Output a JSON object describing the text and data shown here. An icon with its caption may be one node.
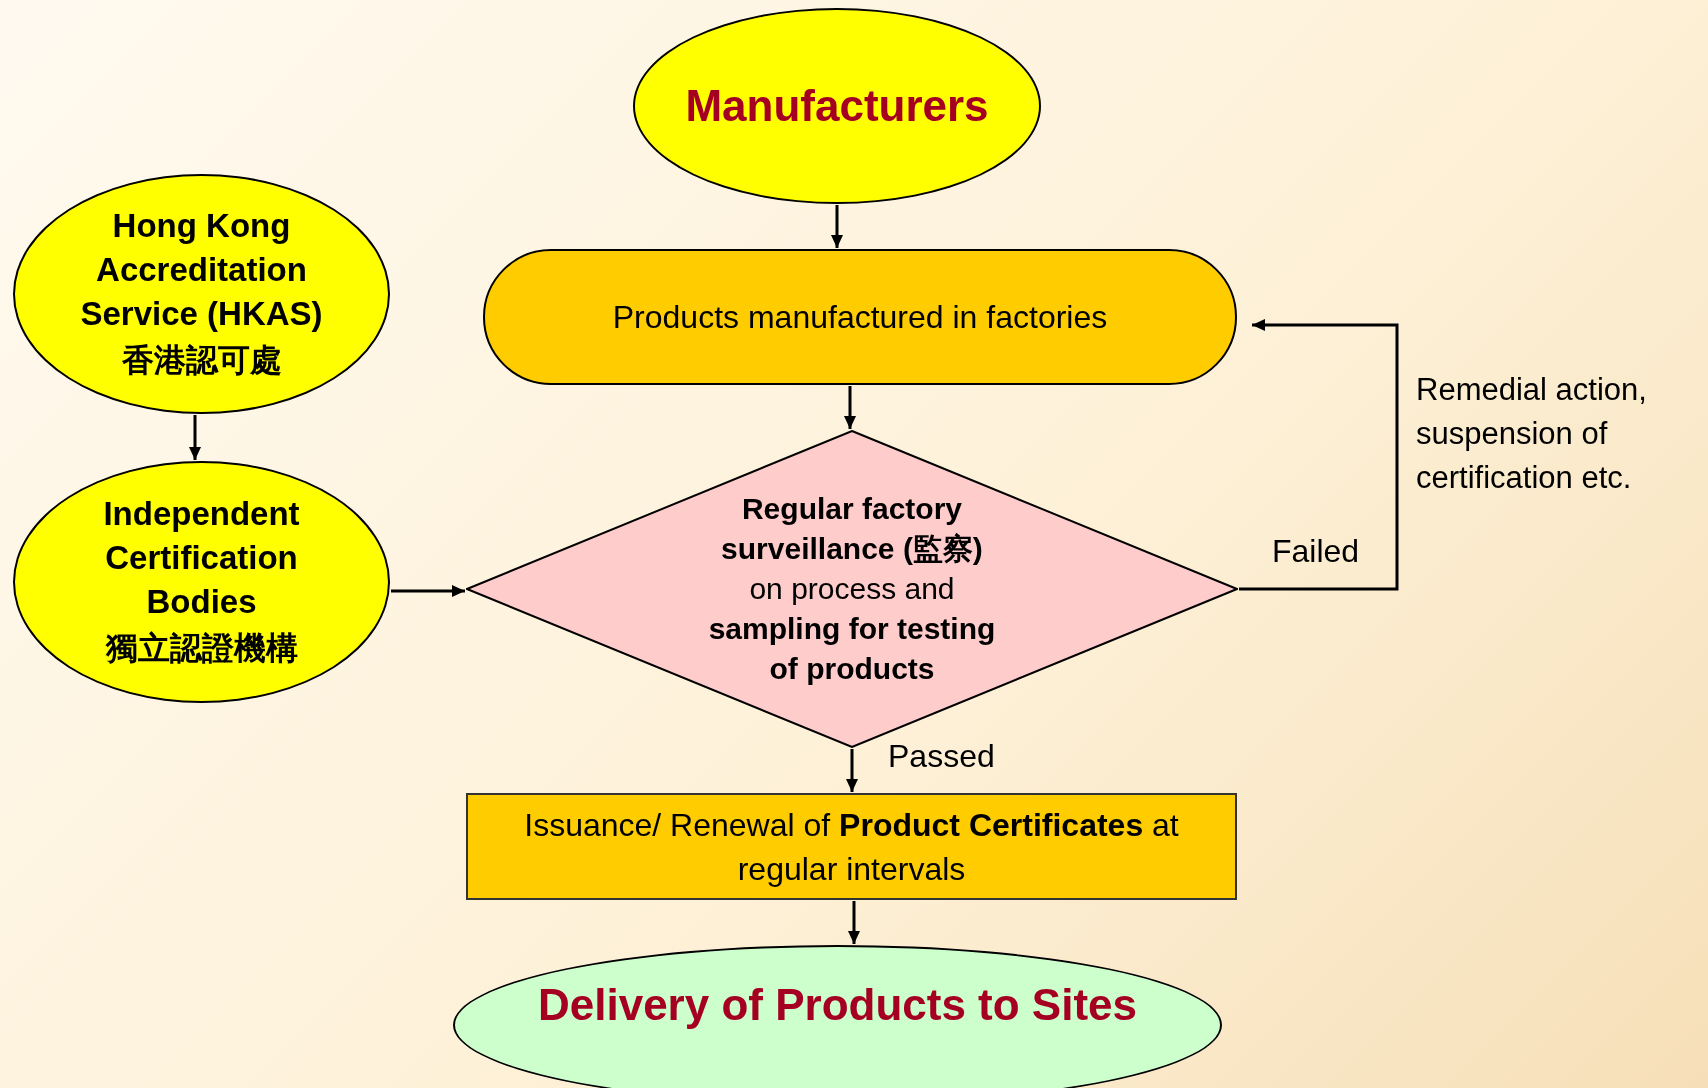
{
  "diagram": {
    "nodes": [
      {
        "text": [
          "Manufacturers"
        ]
      },
      {
        "text": [
          "Products manufactured in factories"
        ]
      },
      {
        "text": [
          "Hong Kong Accreditation Service (HKAS)",
          "香港認可處"
        ]
      },
      {
        "text": [
          "Independent Certification Bodies",
          "獨立認證機構"
        ]
      },
      {
        "text": [
          "**Regular factory surveillance (監察)** on process and **sampling for testing of products**"
        ]
      },
      {
        "text": [
          "Issuance/ Renewal of **Product Certificates** at regular intervals"
        ]
      },
      {
        "text": [
          "Delivery of Products to Sites"
        ]
      }
    ],
    "edges": [
      {
        "from": 0,
        "to": 1,
        "arrow": "to"
      },
      {
        "from": 1,
        "to": 4,
        "arrow": "to"
      },
      {
        "from": 2,
        "to": 3,
        "arrow": "to"
      },
      {
        "from": 3,
        "to": 4,
        "arrow": "to"
      },
      {
        "from": 4,
        "to": 1,
        "arrow": "to",
        "label": "Failed"
      },
      {
        "from": 4,
        "to": 5,
        "arrow": "to",
        "label": "Passed"
      },
      {
        "from": 5,
        "to": 6,
        "arrow": "to"
      }
    ],
    "labels": [
      "Remedial action, suspension of certification etc."
    ]
  }
}
